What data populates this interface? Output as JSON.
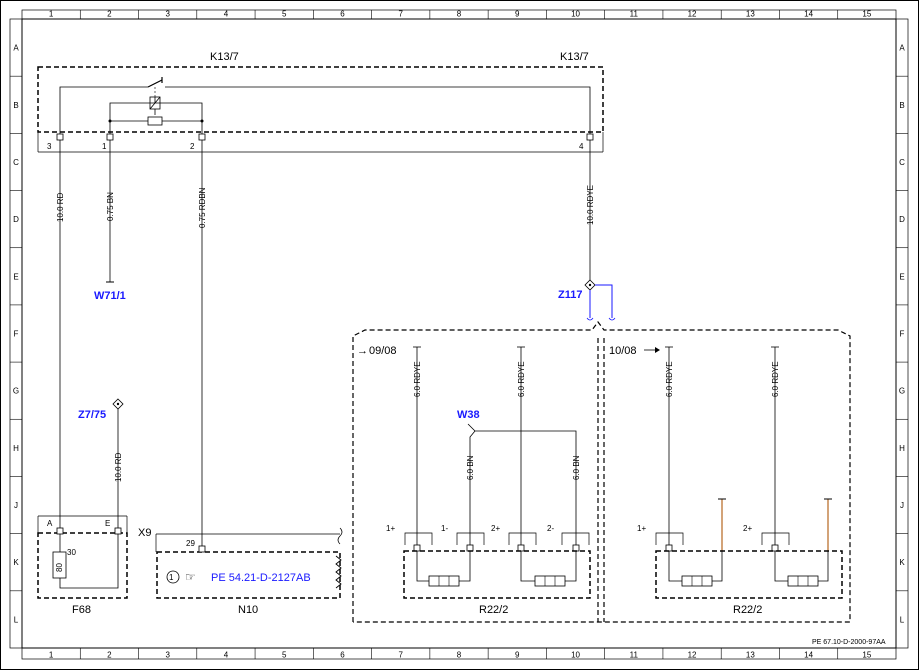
{
  "grid": {
    "columns": [
      "1",
      "2",
      "3",
      "4",
      "5",
      "6",
      "7",
      "8",
      "9",
      "10",
      "11",
      "12",
      "13",
      "14",
      "15"
    ],
    "rows": [
      "A",
      "B",
      "C",
      "D",
      "E",
      "F",
      "G",
      "H",
      "J",
      "K",
      "L"
    ]
  },
  "components": {
    "k13_left_label": "K13/7",
    "k13_right_label": "K13/7",
    "f68_label": "F68",
    "n10_label": "N10",
    "r22_left_label": "R22/2",
    "r22_right_label": "R22/2",
    "fuse_value": "80",
    "f68_pin_30": "30",
    "f68_pin_a": "A",
    "f68_pin_e": "E",
    "x9_label": "X9",
    "n10_pin": "29"
  },
  "k13_pins": [
    "3",
    "1",
    "2",
    "4"
  ],
  "wires": {
    "w1": "10.0 RD",
    "w2": "0.75 BN",
    "w3": "0.75 RDBN",
    "w4": "10.0 RDYE",
    "w5": "10.0 RD",
    "r1": "6.0 RDYE",
    "r2": "6.0 RDYE",
    "r3": "6.0 RDYE",
    "r4": "6.0 RDYE",
    "b1": "6.0 BN",
    "b2": "6.0 BN"
  },
  "ground_points": {
    "w71": "W71/1",
    "w38": "W38"
  },
  "splices": {
    "z117": "Z117",
    "z7": "Z7/75"
  },
  "variants": {
    "left": "09/08",
    "right": "10/08"
  },
  "r22_pins_left": [
    "1+",
    "1-",
    "2+",
    "2-"
  ],
  "r22_pins_right": [
    "1+",
    "2+"
  ],
  "link_ref": "PE 54.21-D-2127AB",
  "doc_id": "PE 67.10-D-2000-97AA",
  "colors": {
    "line": "#000000",
    "blue": "#1a1aff",
    "brown": "#b5651d",
    "frame_gray": "#888888"
  }
}
